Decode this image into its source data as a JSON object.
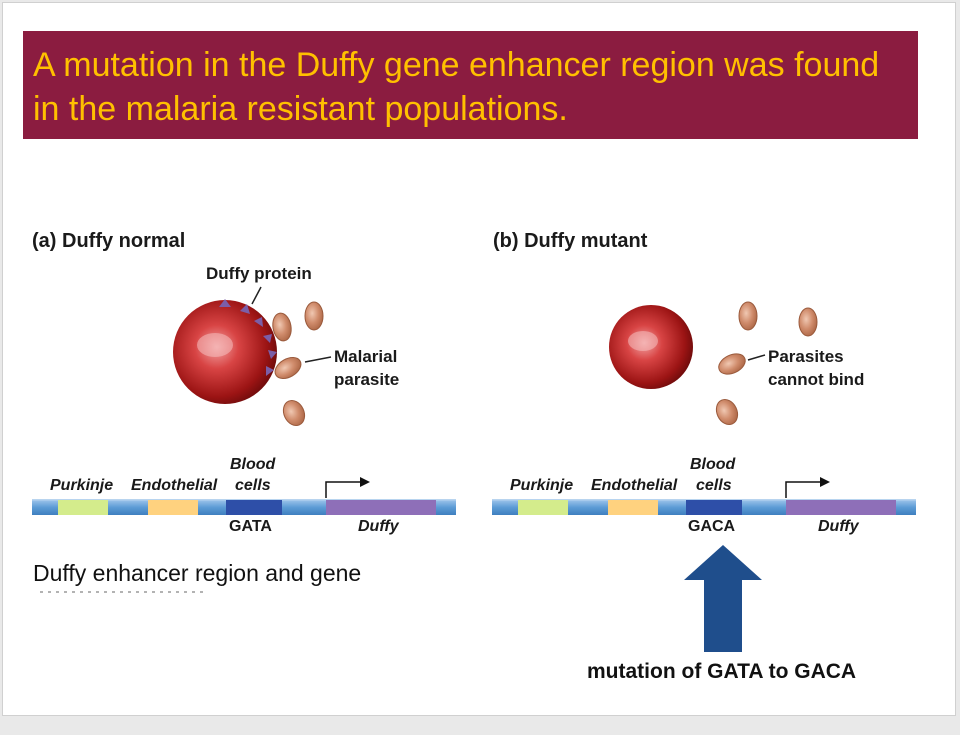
{
  "slide": {
    "title": "A mutation in the Duffy gene enhancer region was found in the malaria resistant populations.",
    "caption": "Duffy enhancer region and gene",
    "mutation_label": "mutation of GATA to GACA"
  },
  "panel_a": {
    "title": "(a)  Duffy normal",
    "protein_label": "Duffy protein",
    "parasite_label_line1": "Malarial",
    "parasite_label_line2": "parasite",
    "segments": {
      "purkinje": "Purkinje",
      "endothelial": "Endothelial",
      "blood_line1": "Blood",
      "blood_line2": "cells",
      "site": "GATA",
      "gene": "Duffy"
    }
  },
  "panel_b": {
    "title": "(b)  Duffy mutant",
    "parasite_label_line1": "Parasites",
    "parasite_label_line2": "cannot bind",
    "segments": {
      "purkinje": "Purkinje",
      "endothelial": "Endothelial",
      "blood_line1": "Blood",
      "blood_line2": "cells",
      "site": "GACA",
      "gene": "Duffy"
    }
  },
  "colors": {
    "title_bg": "#8b1c40",
    "title_text": "#ffc000",
    "dna_base": "#5b9bd5",
    "purkinje_seg": "#d4ec8c",
    "endothelial_seg": "#ffd27f",
    "blood_seg": "#2e4fa8",
    "gene_seg": "#8e6fb8",
    "arrow": "#1f4e8c"
  }
}
